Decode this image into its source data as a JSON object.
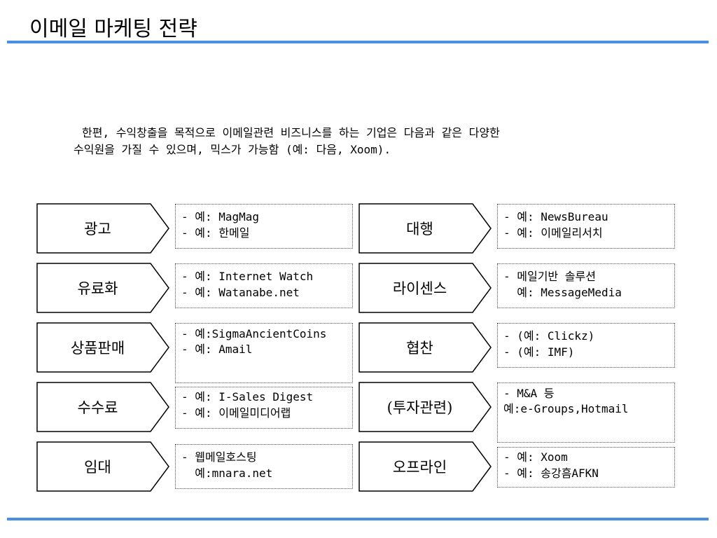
{
  "title": "이메일 마케팅 전략",
  "intro": {
    "line1": "한편, 수익창출을 목적으로 이메일관련 비즈니스를 하는 기업은 다음과 같은 다양한",
    "line2": "수익원을 가질 수 있으며, 믹스가 가능함 (예: 다음, Xoom)."
  },
  "left": [
    {
      "label": "광고",
      "lines": [
        "- 예: MagMag",
        "- 예: 한메일"
      ]
    },
    {
      "label": "유료화",
      "lines": [
        "- 예: Internet Watch",
        "- 예: Watanabe.net"
      ]
    },
    {
      "label": "상품판매",
      "lines": [
        "- 예:SigmaAncientCoins",
        "- 예: Amail"
      ]
    },
    {
      "label": "수수료",
      "lines": [
        "- 예: I-Sales Digest",
        "- 예: 이메일미디어랩"
      ]
    },
    {
      "label": "임대",
      "lines": [
        "- 웹메일호스팅",
        "  예:mnara.net"
      ]
    }
  ],
  "right": [
    {
      "label": "대행",
      "lines": [
        "- 예: NewsBureau",
        "- 예: 이메일리서치"
      ]
    },
    {
      "label": "라이센스",
      "lines": [
        "- 메일기반 솔루션",
        "  예: MessageMedia"
      ]
    },
    {
      "label": "협찬",
      "lines": [
        "- (예: Clickz)",
        "- (예: IMF)"
      ]
    },
    {
      "label": "(투자관련)",
      "lines": [
        "- M&A 등",
        "  예:e-Groups,Hotmail"
      ]
    },
    {
      "label": "오프라인",
      "lines": [
        "- 예: Xoom",
        "- 예: 송강흠AFKN"
      ]
    }
  ]
}
